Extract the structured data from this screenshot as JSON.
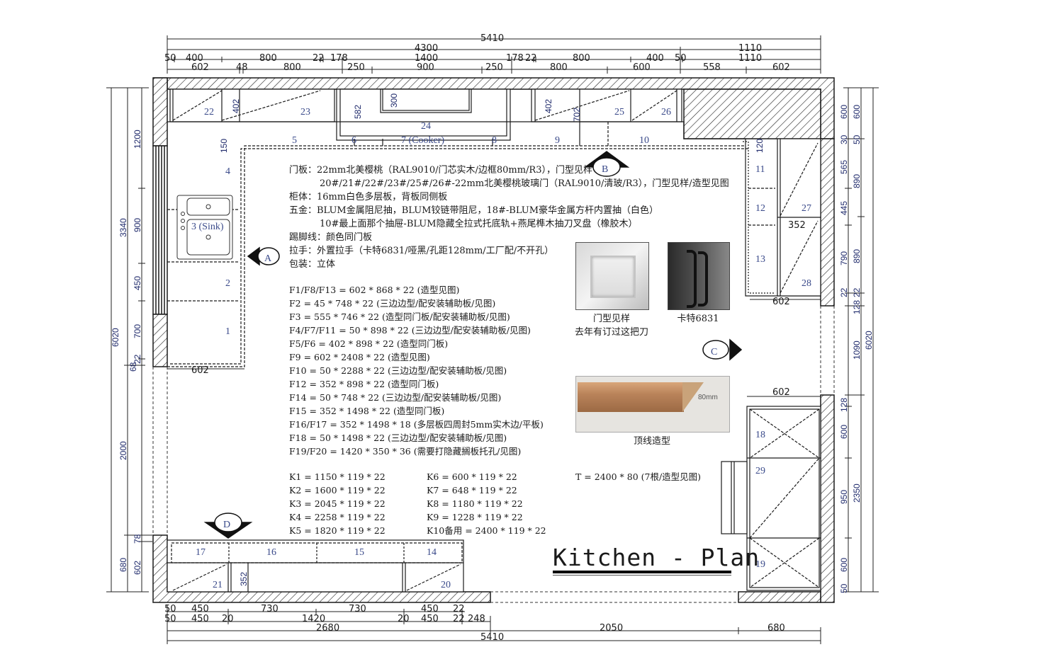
{
  "title": "Kitchen - Plan",
  "dimensions": {
    "top": {
      "overall": "5410",
      "row2": [
        "4300",
        "1110"
      ],
      "row3": [
        "50",
        "400",
        "800",
        "22",
        "178",
        "1400",
        "178",
        "22",
        "800",
        "400",
        "50",
        "1110"
      ],
      "row4": [
        "602",
        "48",
        "800",
        "250",
        "900",
        "250",
        "800",
        "600",
        "558",
        "602"
      ]
    },
    "bottom": {
      "row1": [
        "50",
        "450",
        "730",
        "730",
        "450",
        "22"
      ],
      "row2": [
        "50",
        "450",
        "20",
        "1420",
        "20",
        "450",
        "22",
        "248"
      ],
      "row3": [
        "2680",
        "2050",
        "680"
      ],
      "overall": "5410"
    },
    "left": {
      "overall": "6020",
      "mid": [
        "3340",
        "2000",
        "680"
      ],
      "inner": [
        "1200",
        "900",
        "450",
        "700",
        "68",
        "22",
        "78",
        "602"
      ],
      "cabinet_width": "602",
      "top_kick": "150"
    },
    "right": {
      "overall": "6020",
      "mid": [
        "600",
        "50",
        "890",
        "890",
        "22",
        "128",
        "1090",
        "2350"
      ],
      "inner": [
        "600",
        "30",
        "565",
        "445",
        "790",
        "22",
        "128",
        "22",
        "600",
        "950",
        "600",
        "50"
      ],
      "widths": [
        "602",
        "352",
        "602"
      ],
      "top_kick": "120"
    },
    "upper_cabinets": [
      "402",
      "582",
      "300",
      "402",
      "702"
    ],
    "lower_shelf_depth": "352"
  },
  "cabinets": {
    "wall_top": [
      "22",
      "23",
      "24",
      "25",
      "26"
    ],
    "base_top": [
      "5",
      "6",
      "7 (Cooker)",
      "8",
      "9",
      "10"
    ],
    "base_left": [
      "4",
      "3 (Sink)",
      "2",
      "1"
    ],
    "base_right": [
      "11",
      "12",
      "13"
    ],
    "tall_right": [
      "27",
      "28"
    ],
    "tall_right_lower": [
      "18",
      "29",
      "19"
    ],
    "bottom_row": [
      "17",
      "16",
      "15",
      "14"
    ],
    "bottom_wall": [
      "21",
      "20"
    ]
  },
  "view_markers": [
    "A",
    "B",
    "C",
    "D"
  ],
  "notes": [
    "门板：22mm北美樱桃（RAL9010/门芯实木/边框80mm/R3），门型见样",
    "20#/21#/22#/23#/25#/26#-22mm北美樱桃玻璃门（RAL9010/清玻/R3），门型见样/造型见图",
    "柜体：16mm白色多层板，背板同侧板",
    "五金：BLUM金属阻尼抽，BLUM铰链带阻尼，18#-BLUM豪华金属方杆内置抽（白色）",
    "10#最上面那个抽屉-BLUM隐藏全拉式托底轨+燕尾榫木抽刀叉盘（橡胶木）",
    "踢脚线：颜色同门板",
    "拉手：外置拉手（卡特6831/哑黑/孔距128mm/工厂配/不开孔）",
    "包装：立体"
  ],
  "panels": [
    "F1/F8/F13 = 602 * 868 * 22 (造型见图)",
    "F2 = 45 * 748 * 22 (三边边型/配安装辅助板/见图)",
    "F3 = 555 * 746 * 22 (造型同门板/配安装辅助板/见图)",
    "F4/F7/F11 = 50 * 898 * 22 (三边边型/配安装辅助板/见图)",
    "F5/F6 = 402 * 898 * 22 (造型同门板)",
    "F9 = 602 * 2408 * 22 (造型见图)",
    "F10 = 50 * 2288 * 22 (三边边型/配安装辅助板/见图)",
    "F12 = 352 * 898 * 22 (造型同门板)",
    "F14 = 50 * 748 * 22 (三边边型/配安装辅助板/见图)",
    "F15 = 352 * 1498 * 22 (造型同门板)",
    "F16/F17 = 352 * 1498 * 18 (多层板四周封5mm实木边/平板)",
    "F18 = 50 * 1498 * 22 (三边边型/配安装辅助板/见图)",
    "F19/F20 = 1420 * 350 * 36 (需要打隐藏搁板托孔/见图)"
  ],
  "kickboards_col1": [
    "K1 = 1150 * 119 * 22",
    "K2 = 1600 * 119 * 22",
    "K3 = 2045 * 119 * 22",
    "K4 = 2258 * 119 * 22",
    "K5 = 1820 * 119 * 22"
  ],
  "kickboards_col2": [
    "K6 = 600 * 119 * 22",
    "K7 = 648 * 119 * 22",
    "K8 = 1180 * 119 * 22",
    "K9 = 1228 * 119 * 22",
    "K10备用 = 2400 * 119 * 22"
  ],
  "top_molding": "T = 2400 * 80 (7根/造型见图)",
  "photos": {
    "door_sample": {
      "caption1": "门型见样",
      "caption2": "去年有订过这把刀"
    },
    "handle": {
      "caption": "卡特6831"
    },
    "crown": {
      "caption": "顶线造型",
      "label": "80mm"
    }
  },
  "colors": {
    "line": "#1a1a1a",
    "label_blue": "#3a4a8a",
    "dim_blue": "#1f2a6b",
    "wood": "#b9835a"
  }
}
